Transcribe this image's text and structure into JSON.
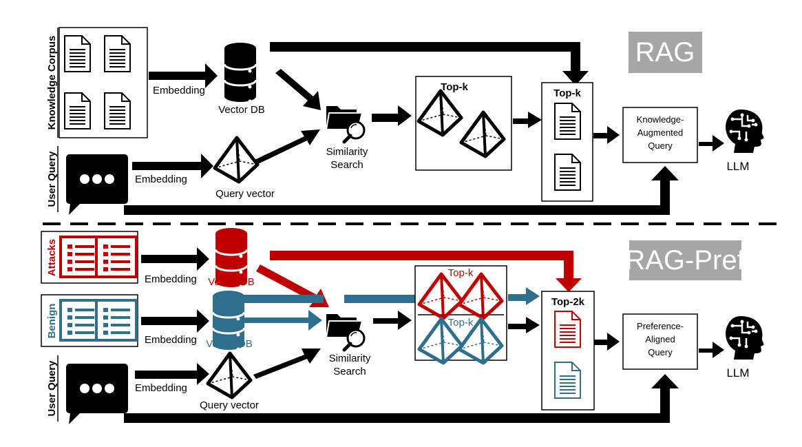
{
  "top": {
    "banner": "RAG",
    "corpus_label": "Knowledge Corpus",
    "query_label": "User Query",
    "embedding_corpus": "Embedding",
    "embedding_query": "Embedding",
    "vector_db": "Vector DB",
    "query_vector": "Query vector",
    "search_line1": "Similarity",
    "search_line2": "Search",
    "topk_box": "Top-k",
    "topk_docs": "Top-k",
    "query_box_line1": "Knowledge-",
    "query_box_line2": "Augmented",
    "query_box_line3": "Query",
    "llm": "LLM"
  },
  "bottom": {
    "banner": "RAG-Pref",
    "attacks_label": "Attacks",
    "benign_label": "Benign",
    "query_label": "User Query",
    "embedding_attacks": "Embedding",
    "embedding_benign": "Embedding",
    "embedding_query": "Embedding",
    "vector_db_attacks": "Vector DB",
    "vector_db_benign": "Vector DB",
    "query_vector": "Query vector",
    "search_line1": "Similarity",
    "search_line2": "Search",
    "topk_attacks": "Top-k",
    "topk_benign": "Top-k",
    "top2k_docs": "Top-2k",
    "query_box_line1": "Preference-",
    "query_box_line2": "Aligned",
    "query_box_line3": "Query",
    "llm": "LLM"
  },
  "colors": {
    "attack": "#c00000",
    "benign": "#2e6f8e",
    "banner": "#a6a6a6"
  }
}
